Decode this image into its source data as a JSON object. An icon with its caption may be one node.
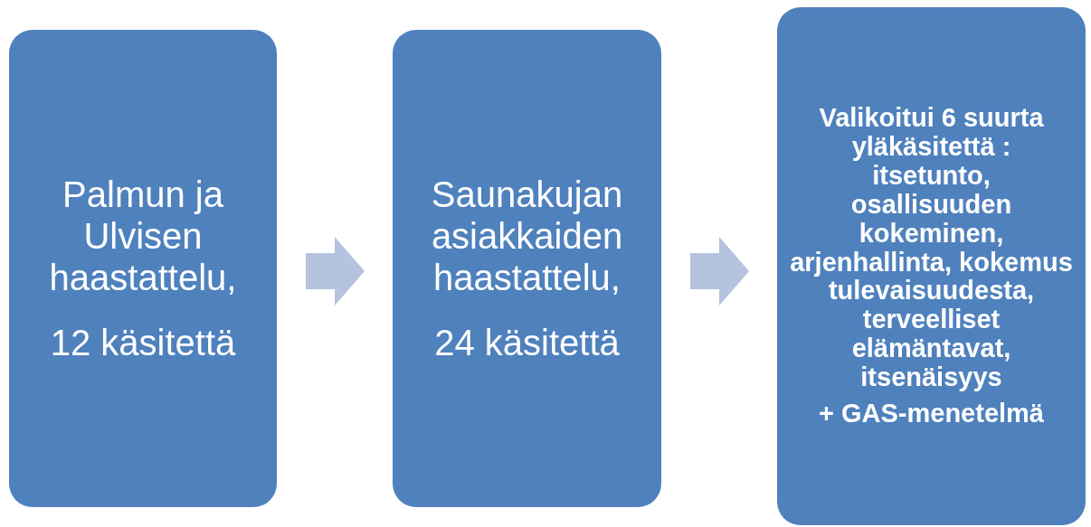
{
  "diagram": {
    "nodes": [
      {
        "text": [
          "Palmun ja Ulvisen haastattelu,",
          "12 käsitettä"
        ]
      },
      {
        "text": [
          "Saunakujan asiakkaiden haastattelu,",
          "24 käsitettä"
        ]
      },
      {
        "text": [
          "Valikoitui 6 suurta yläkäsitettä : itsetunto, osallisuuden kokeminen, arjenhallinta, kokemus tulevaisuudesta, terveelliset elämäntavat, itsenäisyys",
          "+ GAS-menetelmä"
        ]
      }
    ],
    "edges": [
      {
        "from": 0,
        "to": 1,
        "arrow": "to"
      },
      {
        "from": 1,
        "to": 2,
        "arrow": "to"
      }
    ]
  }
}
